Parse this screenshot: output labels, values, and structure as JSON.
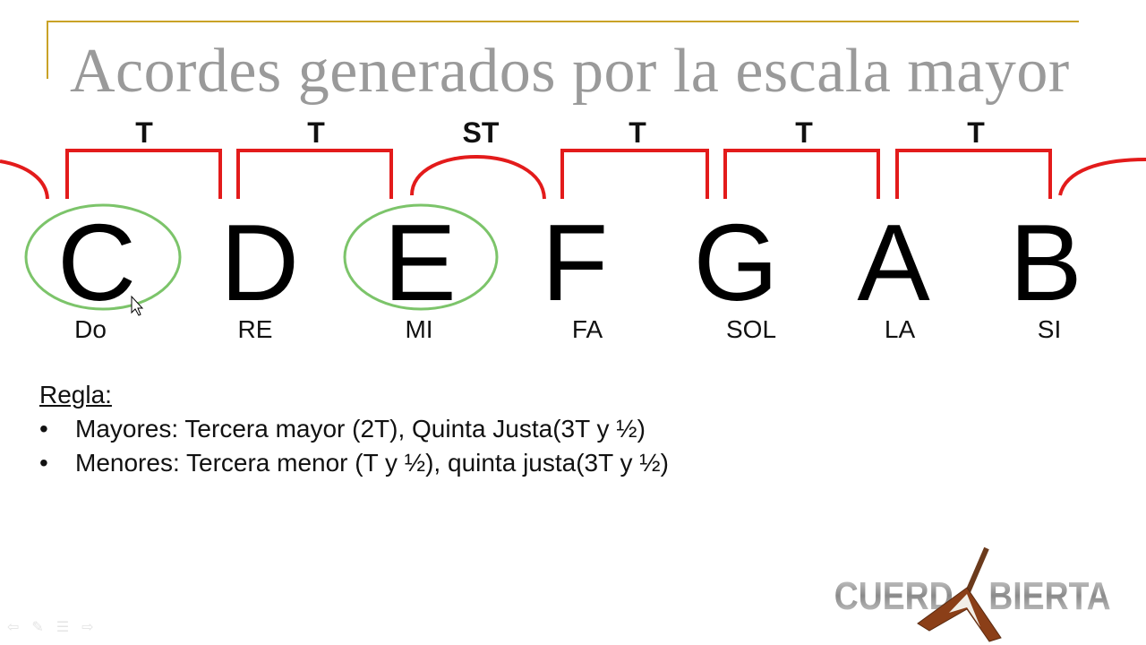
{
  "slide": {
    "title": "Acordes generados por la escala mayor",
    "accent_color": "#c9a227",
    "intervals": [
      "T",
      "T",
      "ST",
      "T",
      "T",
      "T"
    ],
    "notes": [
      {
        "letter": "C",
        "solfege": "Do",
        "circled": true
      },
      {
        "letter": "D",
        "solfege": "RE",
        "circled": false
      },
      {
        "letter": "E",
        "solfege": "MI",
        "circled": true
      },
      {
        "letter": "F",
        "solfege": "FA",
        "circled": false
      },
      {
        "letter": "G",
        "solfege": "SOL",
        "circled": false
      },
      {
        "letter": "A",
        "solfege": "LA",
        "circled": false
      },
      {
        "letter": "B",
        "solfege": "SI",
        "circled": false
      }
    ],
    "bracket_color": "#e31b1b",
    "circle_color": "#7cc46a",
    "rule": {
      "heading": "Regla:",
      "bullets": [
        "Mayores: Tercera mayor (2T), Quinta Justa(3T y ½)",
        "Menores: Tercera menor (T y ½), quinta justa(3T y ½)"
      ]
    },
    "logo": {
      "text_left": "CUERD",
      "text_right": "BIERTA"
    }
  },
  "slideshow_controls": [
    {
      "icon": "arrow-left-icon"
    },
    {
      "icon": "pen-icon"
    },
    {
      "icon": "menu-icon"
    },
    {
      "icon": "arrow-right-icon"
    }
  ]
}
